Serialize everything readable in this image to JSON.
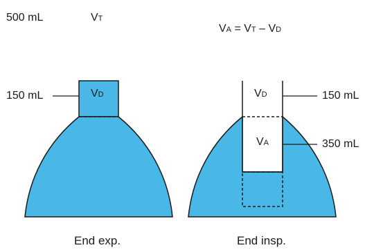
{
  "header": {
    "tidal_volume": "500 mL",
    "tidal_symbol": {
      "base": "V",
      "sub": "T"
    },
    "equation": {
      "lhs": {
        "base": "V",
        "sub": "A"
      },
      "eq": " = ",
      "t1": {
        "base": "V",
        "sub": "T"
      },
      "minus": " – ",
      "t2": {
        "base": "V",
        "sub": "D"
      }
    }
  },
  "left_panel": {
    "dead_space_symbol": {
      "base": "V",
      "sub": "D"
    },
    "dead_space_volume": "150 mL",
    "caption": "End exp."
  },
  "right_panel": {
    "dead_space_symbol": {
      "base": "V",
      "sub": "D"
    },
    "dead_space_volume": "150 mL",
    "alveolar_symbol": {
      "base": "V",
      "sub": "A"
    },
    "alveolar_volume": "350 mL",
    "caption": "End insp."
  },
  "colors": {
    "fill": "#4ab8e6",
    "stroke": "#1a1a1a",
    "background": "#ffffff"
  }
}
